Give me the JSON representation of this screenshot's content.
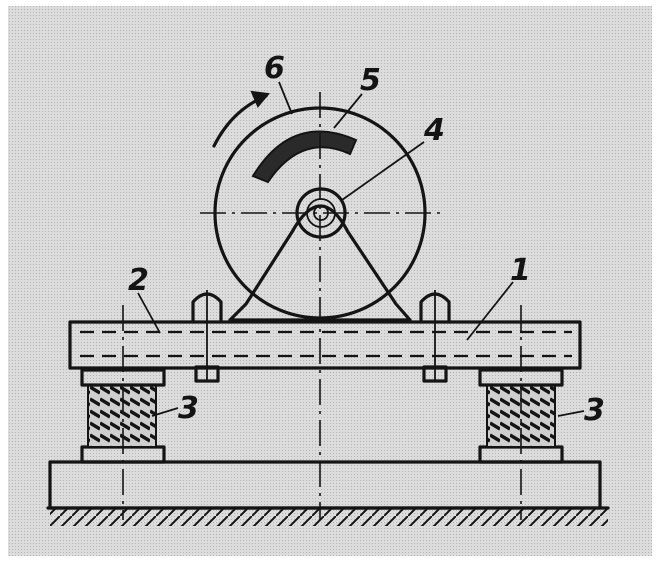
{
  "labels": {
    "base_plate": "1",
    "frame": "2",
    "spring_left": "3",
    "spring_right": "3",
    "shaft": "4",
    "eccentric_weight": "5",
    "rotor": "6"
  },
  "colors": {
    "paper": "#d6d6d6",
    "ink": "#141414",
    "border": "#ffffff"
  }
}
